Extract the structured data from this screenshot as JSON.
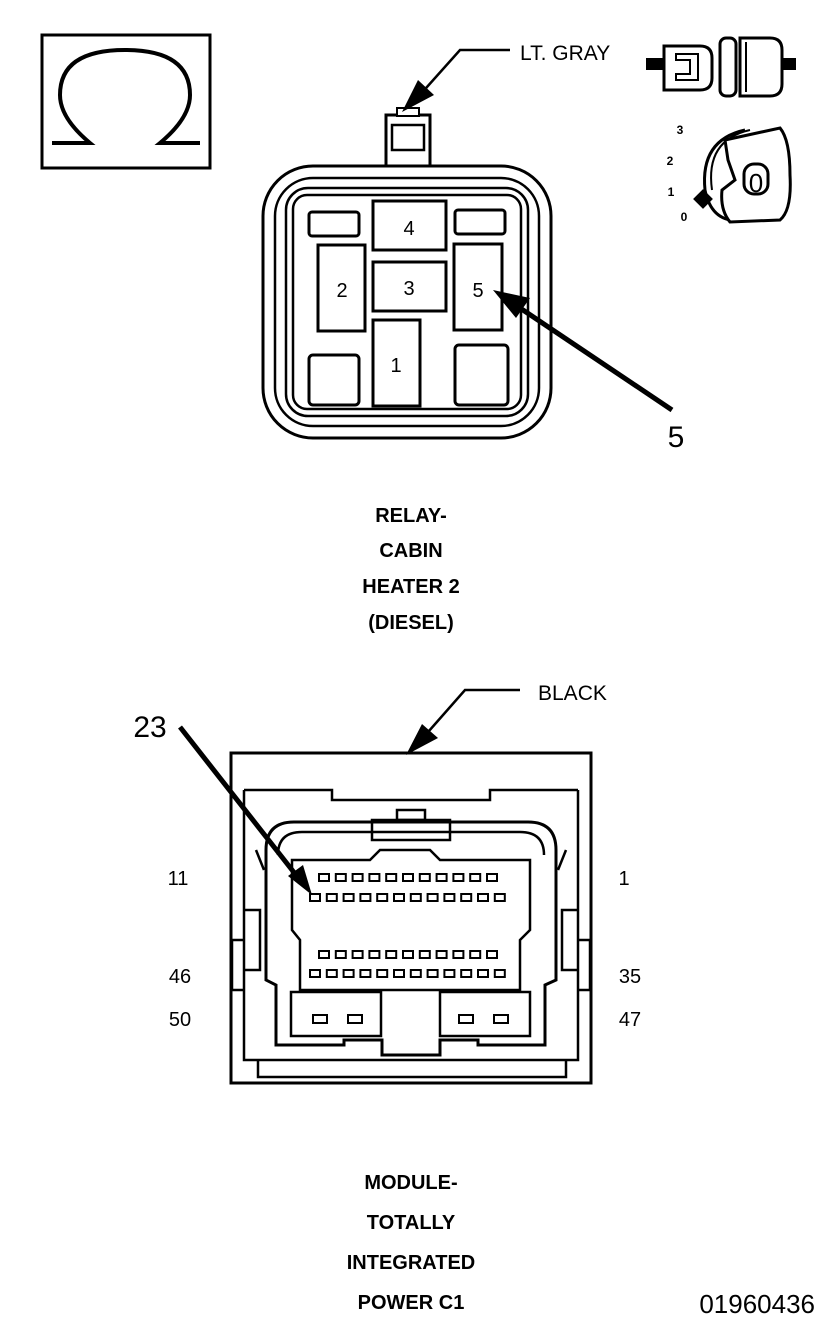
{
  "meter_symbol": "Ω",
  "relay": {
    "color_label": "LT. GRAY",
    "cavities": [
      "4",
      "2",
      "3",
      "5",
      "1"
    ],
    "callout": "5",
    "title_lines": [
      "RELAY-",
      "CABIN",
      "HEATER 2",
      "(DIESEL)"
    ]
  },
  "ignition": {
    "positions": [
      "3",
      "2",
      "1",
      "0"
    ],
    "key_position": "0"
  },
  "module": {
    "color_label": "BLACK",
    "callout": "23",
    "pin_labels": {
      "top_left": "11",
      "top_right": "1",
      "mid_left": "46",
      "mid_right": "35",
      "bottom_left": "50",
      "bottom_right": "47"
    },
    "title_lines": [
      "MODULE-",
      "TOTALLY",
      "INTEGRATED",
      "POWER C1"
    ]
  },
  "figure_id": "01960436"
}
